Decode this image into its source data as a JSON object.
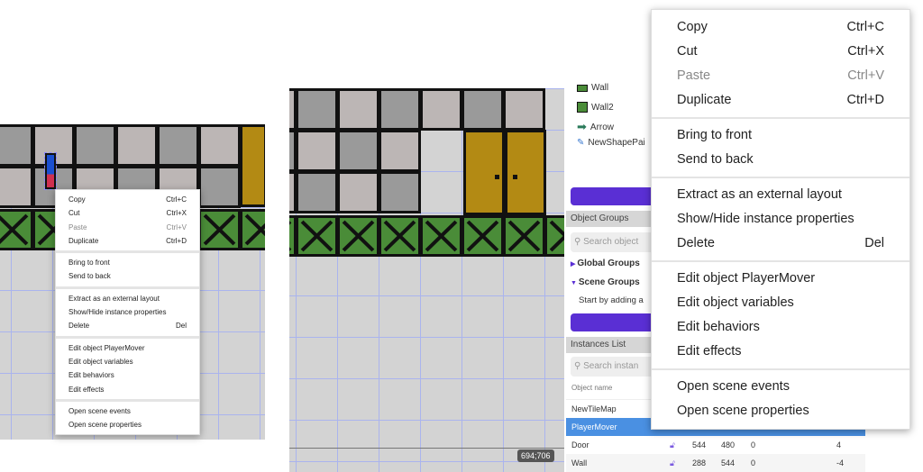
{
  "context_menu": {
    "groups": [
      [
        {
          "label": "Copy",
          "shortcut": "Ctrl+C"
        },
        {
          "label": "Cut",
          "shortcut": "Ctrl+X"
        },
        {
          "label": "Paste",
          "shortcut": "Ctrl+V",
          "disabled": true
        },
        {
          "label": "Duplicate",
          "shortcut": "Ctrl+D"
        }
      ],
      [
        {
          "label": "Bring to front"
        },
        {
          "label": "Send to back"
        }
      ],
      [
        {
          "label": "Extract as an external layout"
        },
        {
          "label": "Show/Hide instance properties"
        },
        {
          "label": "Delete",
          "shortcut": "Del"
        }
      ],
      [
        {
          "label": "Edit object PlayerMover"
        },
        {
          "label": "Edit object variables"
        },
        {
          "label": "Edit behaviors"
        },
        {
          "label": "Edit effects"
        }
      ],
      [
        {
          "label": "Open scene events"
        },
        {
          "label": "Open scene properties"
        }
      ]
    ]
  },
  "sidebar": {
    "objects": [
      {
        "name": "Wall",
        "icon": "wall-icon"
      },
      {
        "name": "Wall2",
        "icon": "wall-icon"
      },
      {
        "name": "Arrow",
        "icon": "arrow-icon"
      },
      {
        "name": "NewShapePai",
        "icon": "shape-painter-icon"
      }
    ],
    "object_groups": {
      "title": "Object Groups",
      "search_placeholder": "Search object",
      "global": "Global Groups",
      "scene": "Scene Groups",
      "empty_hint": "Start by adding a"
    },
    "instances": {
      "title": "Instances List",
      "search_placeholder": "Search instan",
      "column": "Object name",
      "rows": [
        {
          "name": "NewTileMap"
        },
        {
          "name": "PlayerMover",
          "selected": true,
          "x": "",
          "y": "",
          "angle": "",
          "layer": ""
        },
        {
          "name": "Door",
          "x": "544",
          "y": "480",
          "angle": "0",
          "z": "4"
        },
        {
          "name": "Wall",
          "x": "288",
          "y": "544",
          "angle": "0",
          "z": "-4"
        }
      ]
    }
  },
  "canvas": {
    "cursor_coords": "694;706"
  },
  "colors": {
    "accent": "#5a2fd4",
    "selected_row": "#4a90e2",
    "wall_green": "#4a8c38",
    "door_gold": "#b38a14"
  }
}
